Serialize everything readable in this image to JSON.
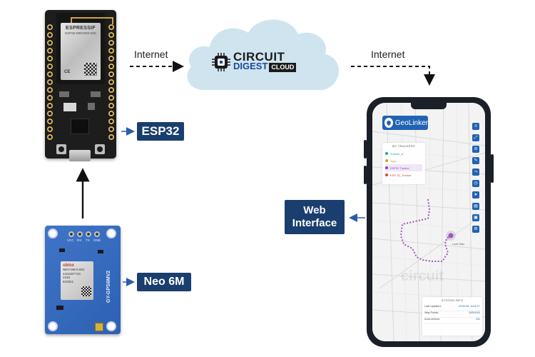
{
  "esp_board": {
    "brand": "ESPRESSIF",
    "model": "ESP32-WROOM-32D"
  },
  "gps_module": {
    "side_label": "GY-GPS6MV2",
    "brand": "ublox",
    "chip_text": [
      "NEO-6M-0-001",
      "2421187710",
      "1316",
      "610021"
    ],
    "pins": [
      "VCC",
      "RX",
      "TX",
      "GND"
    ]
  },
  "labels": {
    "esp32": "ESP32",
    "neo6m": "Neo 6M",
    "web_interface_line1": "Web",
    "web_interface_line2": "Interface",
    "internet_left": "Internet",
    "internet_right": "Internet"
  },
  "cloud": {
    "line1": "CIRCUIT",
    "line2": "DIGEST",
    "line3": "CLOUD"
  },
  "phone_app": {
    "title": "GeoLinker",
    "trackers_heading": "MY TRACKERS",
    "trackers": [
      {
        "name": "Tracker_A",
        "color": "#2aa39a"
      },
      {
        "name": "Tag2",
        "color": "#e09a2c"
      },
      {
        "name": "ESP32 Tracker",
        "color": "#8e44ad"
      },
      {
        "name": "ESP-32_Tracker",
        "color": "#d64b2a"
      }
    ],
    "system_heading": "SYSTEM INFO",
    "system_rows": [
      {
        "label": "Last Updated:",
        "value": "15:30:39, June 27"
      },
      {
        "label": "Way Points:",
        "value": "28/50000"
      },
      {
        "label": "Auto-refresh:",
        "value": "10s"
      }
    ],
    "watermark": "circuit",
    "poi_label": "Lover Dam"
  },
  "colors": {
    "tag_bg": "#1a3e6e",
    "route": "#9b59b6",
    "app_blue": "#2163b3"
  }
}
